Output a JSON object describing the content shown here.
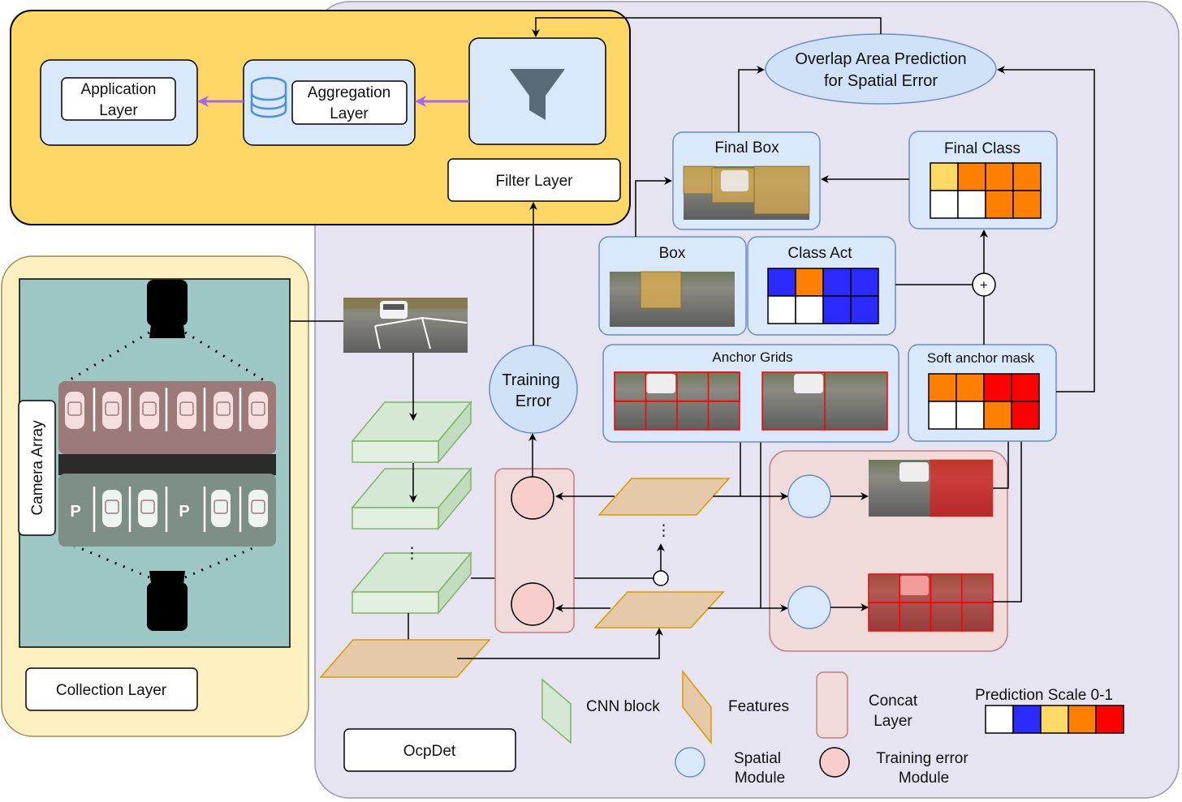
{
  "layers": {
    "application": [
      "Application",
      "Layer"
    ],
    "aggregation": [
      "Aggregation",
      "Layer"
    ],
    "filter": "Filter Layer",
    "collection": "Collection Layer",
    "ocpdet": "OcpDet"
  },
  "camera_array": "Camera Array",
  "parking_p_letter": "P",
  "modules": {
    "overlap": [
      "Overlap Area Prediction",
      "for Spatial Error"
    ],
    "final_box": "Final Box",
    "final_class": "Final Class",
    "box": "Box",
    "class_act": "Class Act",
    "anchor_grids": "Anchor Grids",
    "soft_anchor_mask": "Soft anchor mask",
    "training_error": [
      "Training",
      "Error"
    ]
  },
  "legend": {
    "cnn_block": "CNN block",
    "features": "Features",
    "concat": [
      "Concat",
      "Layer"
    ],
    "spatial": [
      "Spatial",
      "Module"
    ],
    "training_error_module": [
      "Training error",
      "Module"
    ],
    "prediction_scale": "Prediction Scale 0-1"
  },
  "colors": {
    "scale": [
      "#ffffff",
      "#2b2bff",
      "#ffd966",
      "#ff8000",
      "#ff0000"
    ],
    "app_panel": "#fed766",
    "collection_panel": "#fef0c0",
    "ocpdet_panel": "#e6e4f0",
    "module_box": "#dae8fc",
    "module_stroke": "#6c8ebf",
    "cnn_fill": "#d5e8d4",
    "cnn_stroke": "#82b366",
    "feature_fill": "#e6c9a8",
    "feature_stroke": "#d79b00",
    "concat_fill": "#f0dada",
    "arrow_purple": "#a865f0"
  },
  "grids": {
    "final_class": [
      "#ffd966",
      "#ff8000",
      "#ff8000",
      "#ff8000",
      "#ffffff",
      "#ffffff",
      "#ff8000",
      "#ff8000"
    ],
    "class_act": [
      "#2b2bff",
      "#ff8000",
      "#2b2bff",
      "#2b2bff",
      "#ffffff",
      "#ffffff",
      "#2b2bff",
      "#2b2bff"
    ],
    "soft_anchor": [
      "#ff8000",
      "#ff8000",
      "#ff0000",
      "#ff0000",
      "#ffffff",
      "#ffffff",
      "#ff8000",
      "#ff0000"
    ]
  },
  "symbols": {
    "plus": "+",
    "ellipsis": "⋮"
  }
}
